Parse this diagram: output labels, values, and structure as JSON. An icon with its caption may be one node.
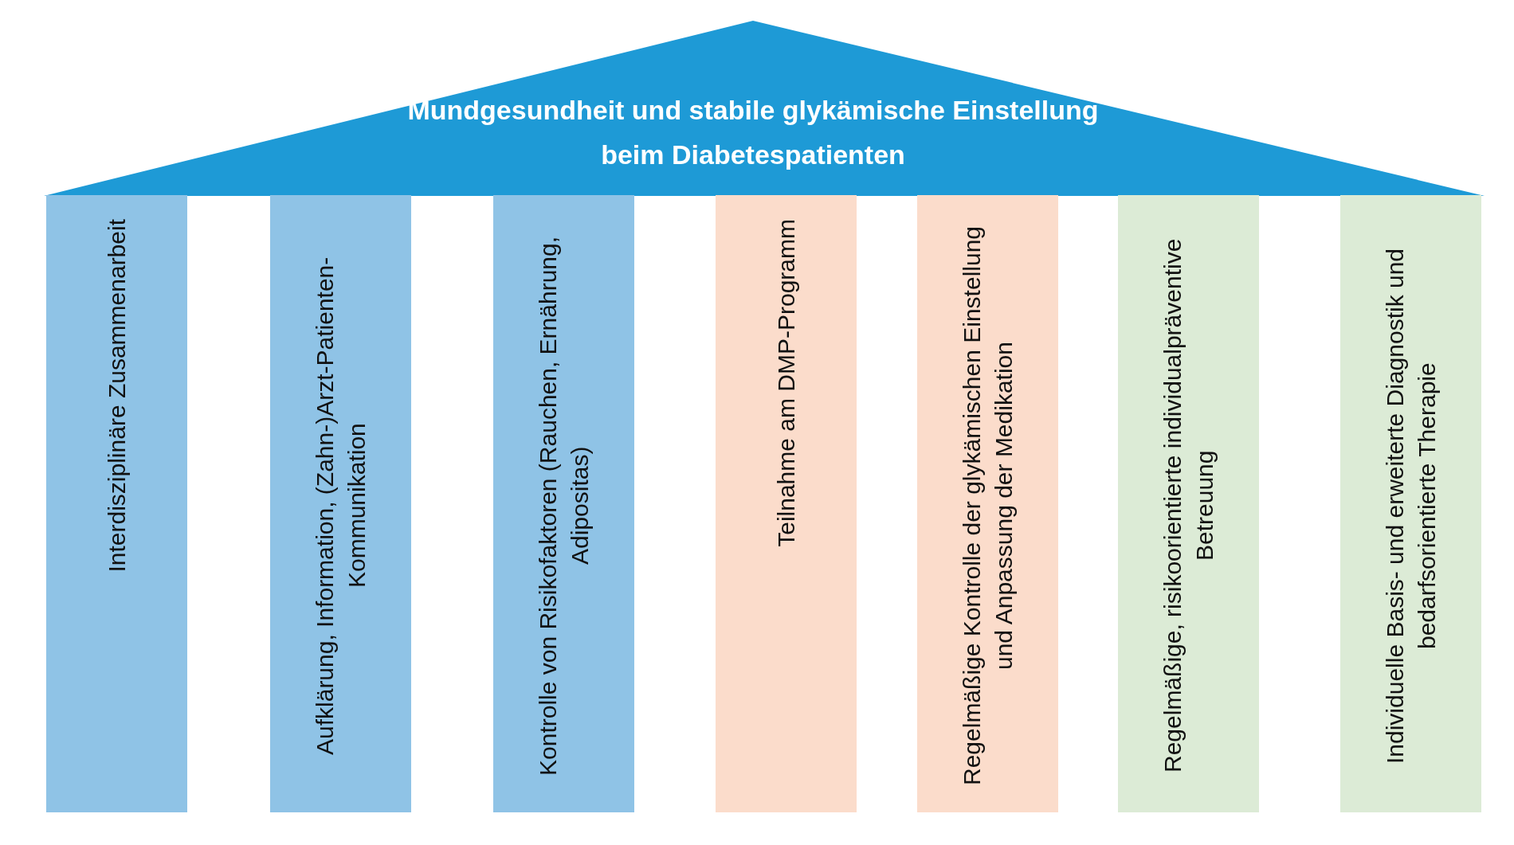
{
  "diagram": {
    "nodes": [
      {
        "text": [
          "Mundgesundheit und stabile glykämische Einstellung beim Diabetespatienten"
        ]
      },
      {
        "text": [
          "Interdisziplinäre Zusammenarbeit"
        ]
      },
      {
        "text": [
          "Aufklärung, Information, (Zahn-)Arzt-Patienten-Kommunikation"
        ]
      },
      {
        "text": [
          "Kontrolle von Risikofaktoren (Rauchen, Ernährung, Adipositas)"
        ]
      },
      {
        "text": [
          "Teilnahme am DMP-Programm"
        ]
      },
      {
        "text": [
          "Regelmäßige Kontrolle der glykämischen Einstellung und Anpassung der Medikation"
        ]
      },
      {
        "text": [
          "Regelmäßige, risikoorientierte individualpräventive Betreuung"
        ]
      },
      {
        "text": [
          "Individuelle Basis- und erweiterte Diagnostik und bedarfsorientierte Therapie"
        ]
      }
    ]
  }
}
